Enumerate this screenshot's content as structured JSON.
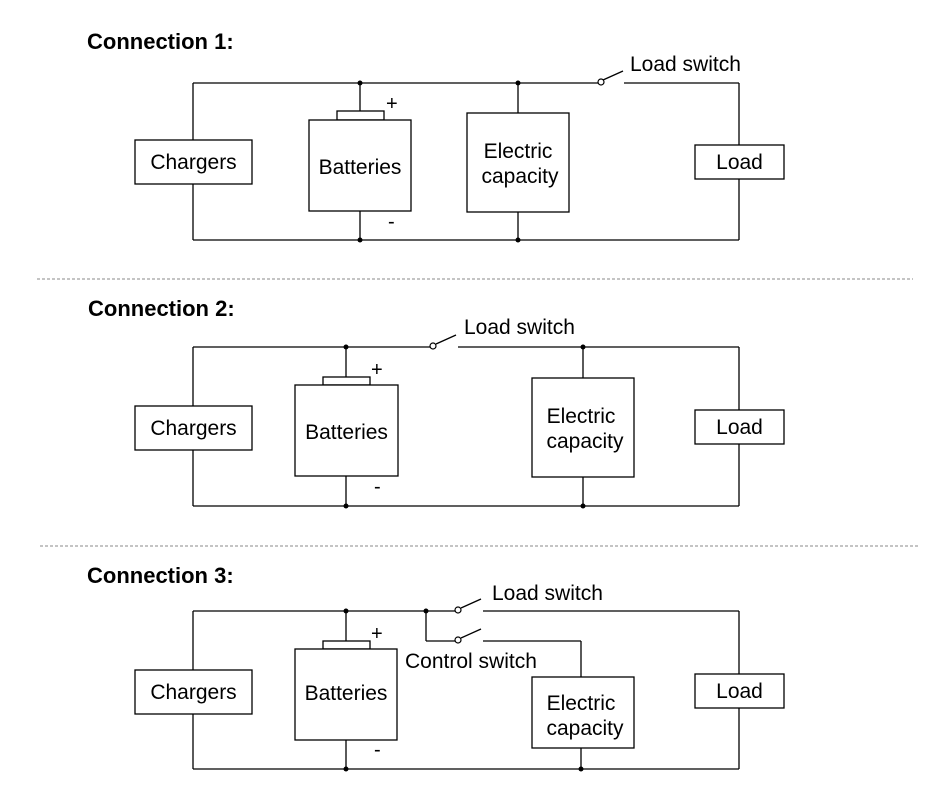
{
  "connections": [
    {
      "title": "Connection 1:",
      "chargers": "Chargers",
      "batteries": "Batteries",
      "battery_plus": "+",
      "battery_minus": "-",
      "capacity_line1": "Electric",
      "capacity_line2": "capacity",
      "load": "Load",
      "load_switch": "Load switch"
    },
    {
      "title": "Connection 2:",
      "chargers": "Chargers",
      "batteries": "Batteries",
      "battery_plus": "+",
      "battery_minus": "-",
      "capacity_line1": "Electric",
      "capacity_line2": "capacity",
      "load": "Load",
      "load_switch": "Load switch"
    },
    {
      "title": "Connection 3:",
      "chargers": "Chargers",
      "batteries": "Batteries",
      "battery_plus": "+",
      "battery_minus": "-",
      "capacity_line1": "Electric",
      "capacity_line2": "capacity",
      "load": "Load",
      "load_switch": "Load switch",
      "control_switch": "Control switch"
    }
  ]
}
